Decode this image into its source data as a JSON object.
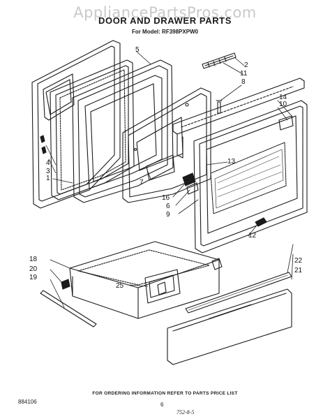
{
  "watermark": "AppliancePartsPros.com",
  "title": "DOOR AND DRAWER PARTS",
  "model": "For Model: RF398PXPW0",
  "footer_note": "FOR ORDERING INFORMATION REFER TO PARTS PRICE LIST",
  "drawing_code": "884106",
  "page_number": "6",
  "signature": "752-8-5",
  "callouts": {
    "c1": "1",
    "c2": "2",
    "c3": "3",
    "c4": "4",
    "c5": "5",
    "c6": "6",
    "c7": "7",
    "c8": "8",
    "c9": "9",
    "c10": "10",
    "c11": "11",
    "c12": "12",
    "c13": "13",
    "c14": "14",
    "c16": "16",
    "c18": "18",
    "c19": "19",
    "c20": "20",
    "c21": "21",
    "c22": "22",
    "c25": "25"
  }
}
